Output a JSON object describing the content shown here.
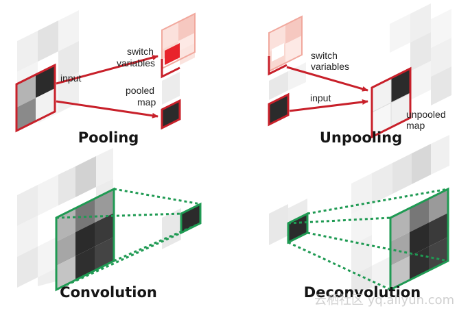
{
  "colors": {
    "red": "#c8202a",
    "green": "#1f9a53",
    "dark_cell": "#2b2b2b",
    "mid_cell": "#8a8a8a",
    "light_cell": "#e6e6e6",
    "pink_cell": "#f6c8c0"
  },
  "panels": {
    "pooling": {
      "title": "Pooling",
      "label_input": "input",
      "label_switch_line1": "switch",
      "label_switch_line2": "variables",
      "label_pooled_line1": "pooled",
      "label_pooled_line2": "map"
    },
    "unpooling": {
      "title": "Unpooling",
      "label_switch_line1": "switch",
      "label_switch_line2": "variables",
      "label_input": "input",
      "label_unpooled_line1": "unpooled",
      "label_unpooled_line2": "map"
    },
    "convolution": {
      "title": "Convolution"
    },
    "deconvolution": {
      "title": "Deconvolution"
    }
  },
  "watermark": "云栖社区 yq.aliyun.com"
}
